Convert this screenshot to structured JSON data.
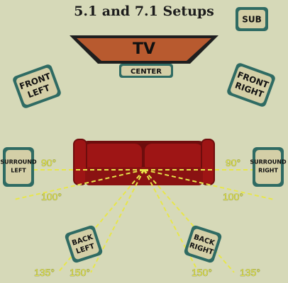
{
  "title": "5.1 and 7.1 Setups",
  "tv": {
    "label": "TV"
  },
  "speakers": {
    "center": {
      "label": "CENTER"
    },
    "sub": {
      "label": "SUB"
    },
    "front_left": {
      "line1": "FRONT",
      "line2": "LEFT"
    },
    "front_right": {
      "line1": "FRONT",
      "line2": "RIGHT"
    },
    "surround_left": {
      "line1": "SURROUND",
      "line2": "LEFT"
    },
    "surround_right": {
      "line1": "SURROUND",
      "line2": "RIGHT"
    },
    "back_left": {
      "line1": "BACK",
      "line2": "LEFT"
    },
    "back_right": {
      "line1": "BACK",
      "line2": "RIGHT"
    }
  },
  "angles": {
    "left_90": "90°",
    "right_90": "90°",
    "left_100": "100°",
    "right_100": "100°",
    "back_left_135": "135°",
    "back_left_150": "150°",
    "back_right_150": "150°",
    "back_right_135": "135°"
  },
  "colors": {
    "background": "#d6d9b8",
    "speaker_fill": "#d4cfa7",
    "speaker_border": "#2f6b63",
    "tv_fill": "#b85a2f",
    "couch": "#9e1515",
    "guide_line": "#e7e64a"
  }
}
